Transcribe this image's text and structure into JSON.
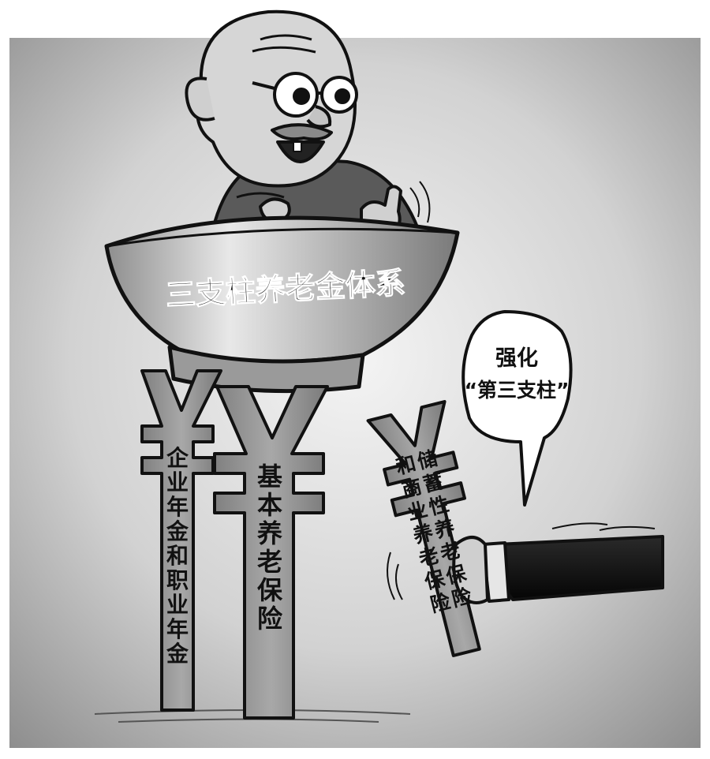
{
  "bowl_label": "三支柱养老金体系",
  "pillars": {
    "enterprise": "企业年金和职业年金",
    "basic": "基本养老保险",
    "third_col1": "储蓄性养老保险",
    "third_col2": "和商业养老保险"
  },
  "speech": {
    "line1": "强化",
    "line2": "“第三支柱”"
  },
  "colors": {
    "background_gradient_light": "#f2f2f2",
    "background_gradient_dark": "#8c8c8c",
    "pillar_gray": "#9a9a9a",
    "ink": "#111111"
  }
}
